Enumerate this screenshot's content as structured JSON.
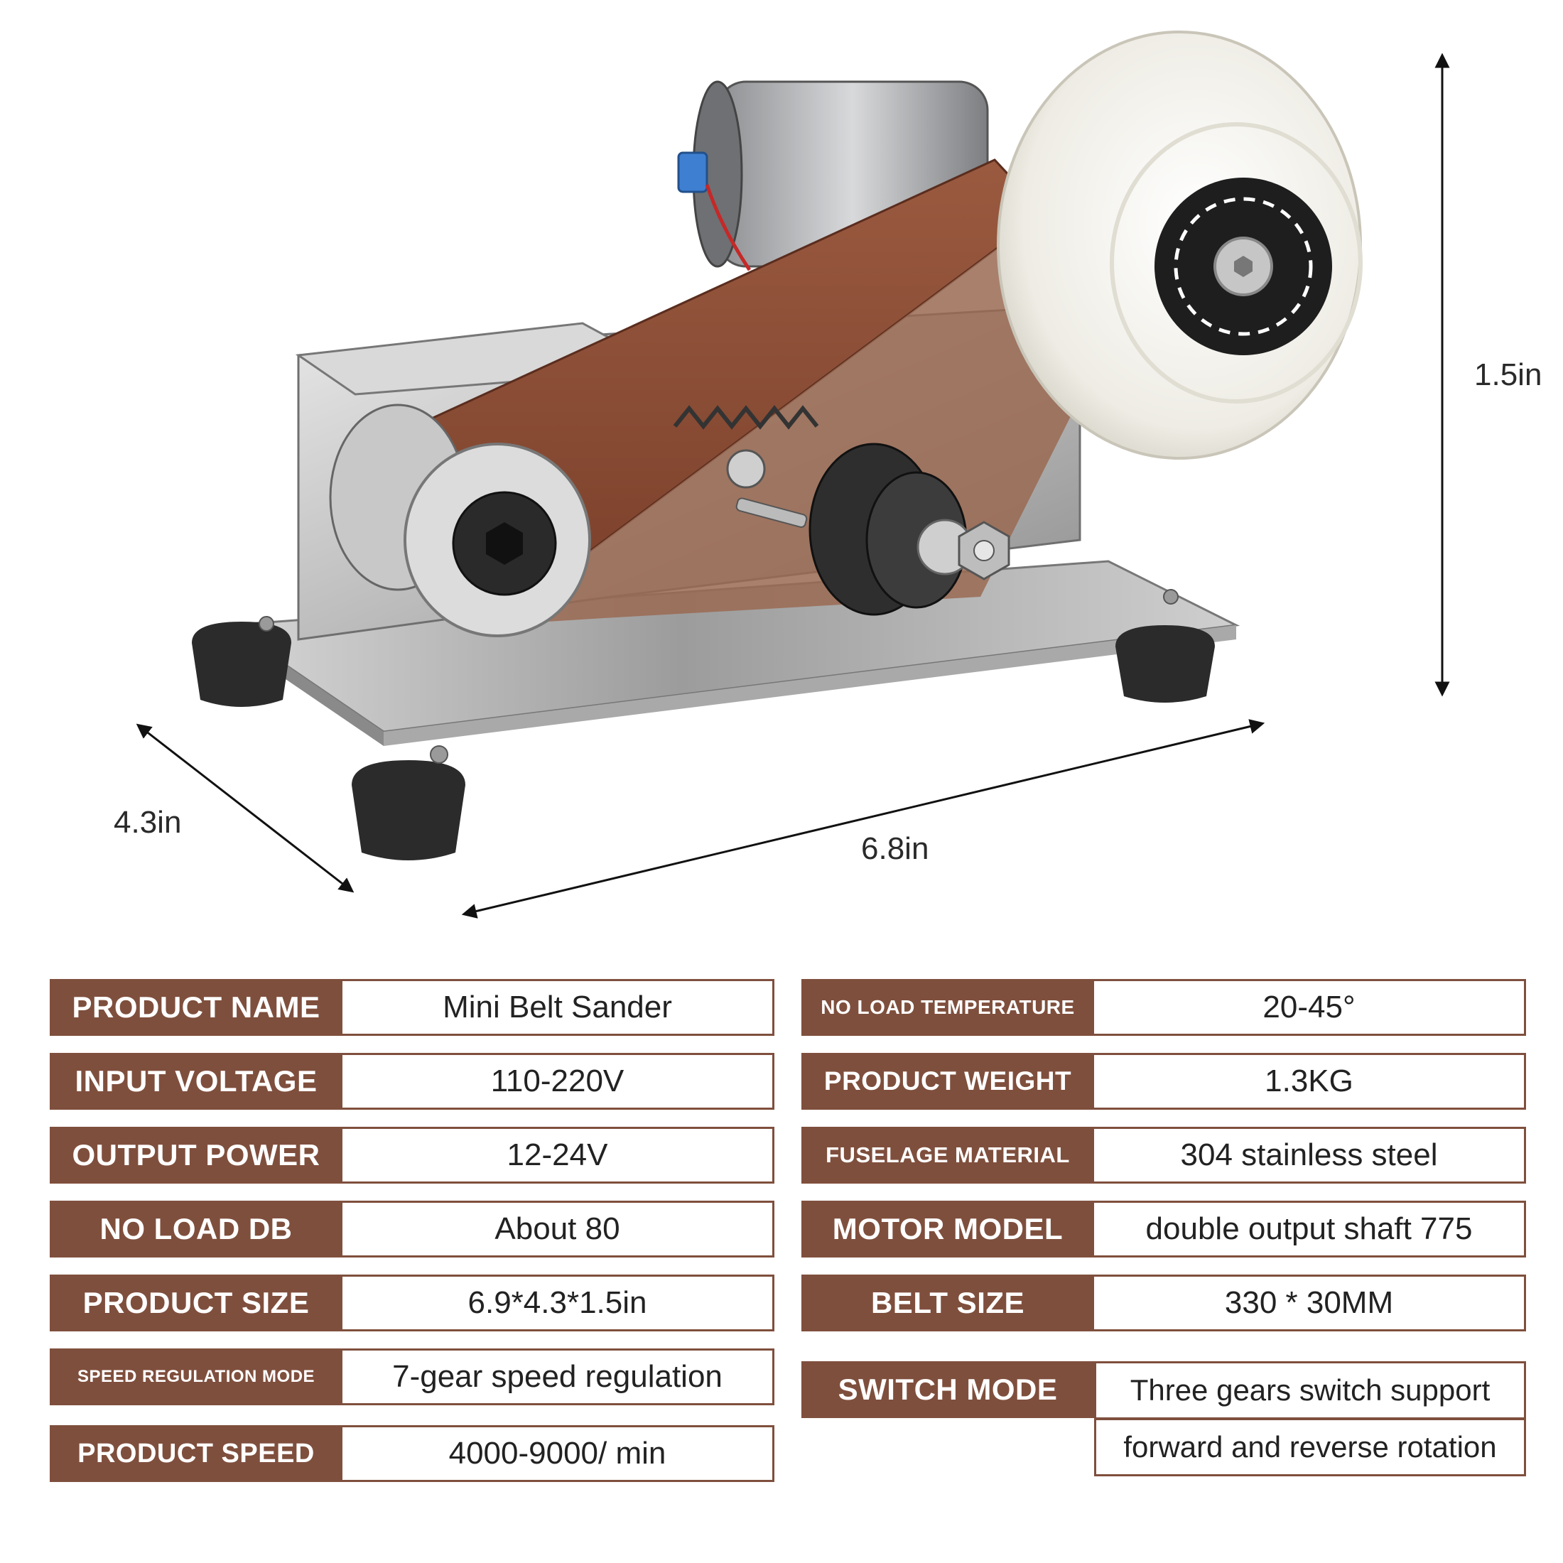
{
  "dimensions": {
    "height": "1.5in",
    "depth": "4.3in",
    "width": "6.8in"
  },
  "specs_left": [
    {
      "label": "PRODUCT NAME",
      "value": "Mini Belt Sander"
    },
    {
      "label": "INPUT VOLTAGE",
      "value": "110-220V"
    },
    {
      "label": "OUTPUT POWER",
      "value": "12-24V"
    },
    {
      "label": "NO LOAD DB",
      "value": "About 80"
    },
    {
      "label": "PRODUCT SIZE",
      "value": "6.9*4.3*1.5in"
    },
    {
      "label": "SPEED REGULATION MODE",
      "value": "7-gear speed regulation"
    },
    {
      "label": "PRODUCT SPEED",
      "value": "4000-9000/ min"
    }
  ],
  "specs_right": [
    {
      "label": "NO LOAD TEMPERATURE",
      "value": "20-45°"
    },
    {
      "label": "PRODUCT WEIGHT",
      "value": "1.3KG"
    },
    {
      "label": "FUSELAGE MATERIAL",
      "value": "304 stainless steel"
    },
    {
      "label": "MOTOR MODEL",
      "value": "double output shaft 775"
    },
    {
      "label": "BELT SIZE",
      "value": "330 * 30MM"
    }
  ],
  "switch_mode": {
    "label": "SWITCH MODE",
    "line1": "Three gears switch support",
    "line2": "forward and reverse rotation"
  },
  "colors": {
    "label_bg": "#7f4f3d",
    "belt": "#8b4a33",
    "steel": "#c9c9c9",
    "buff_wheel": "#f3f1ea"
  }
}
